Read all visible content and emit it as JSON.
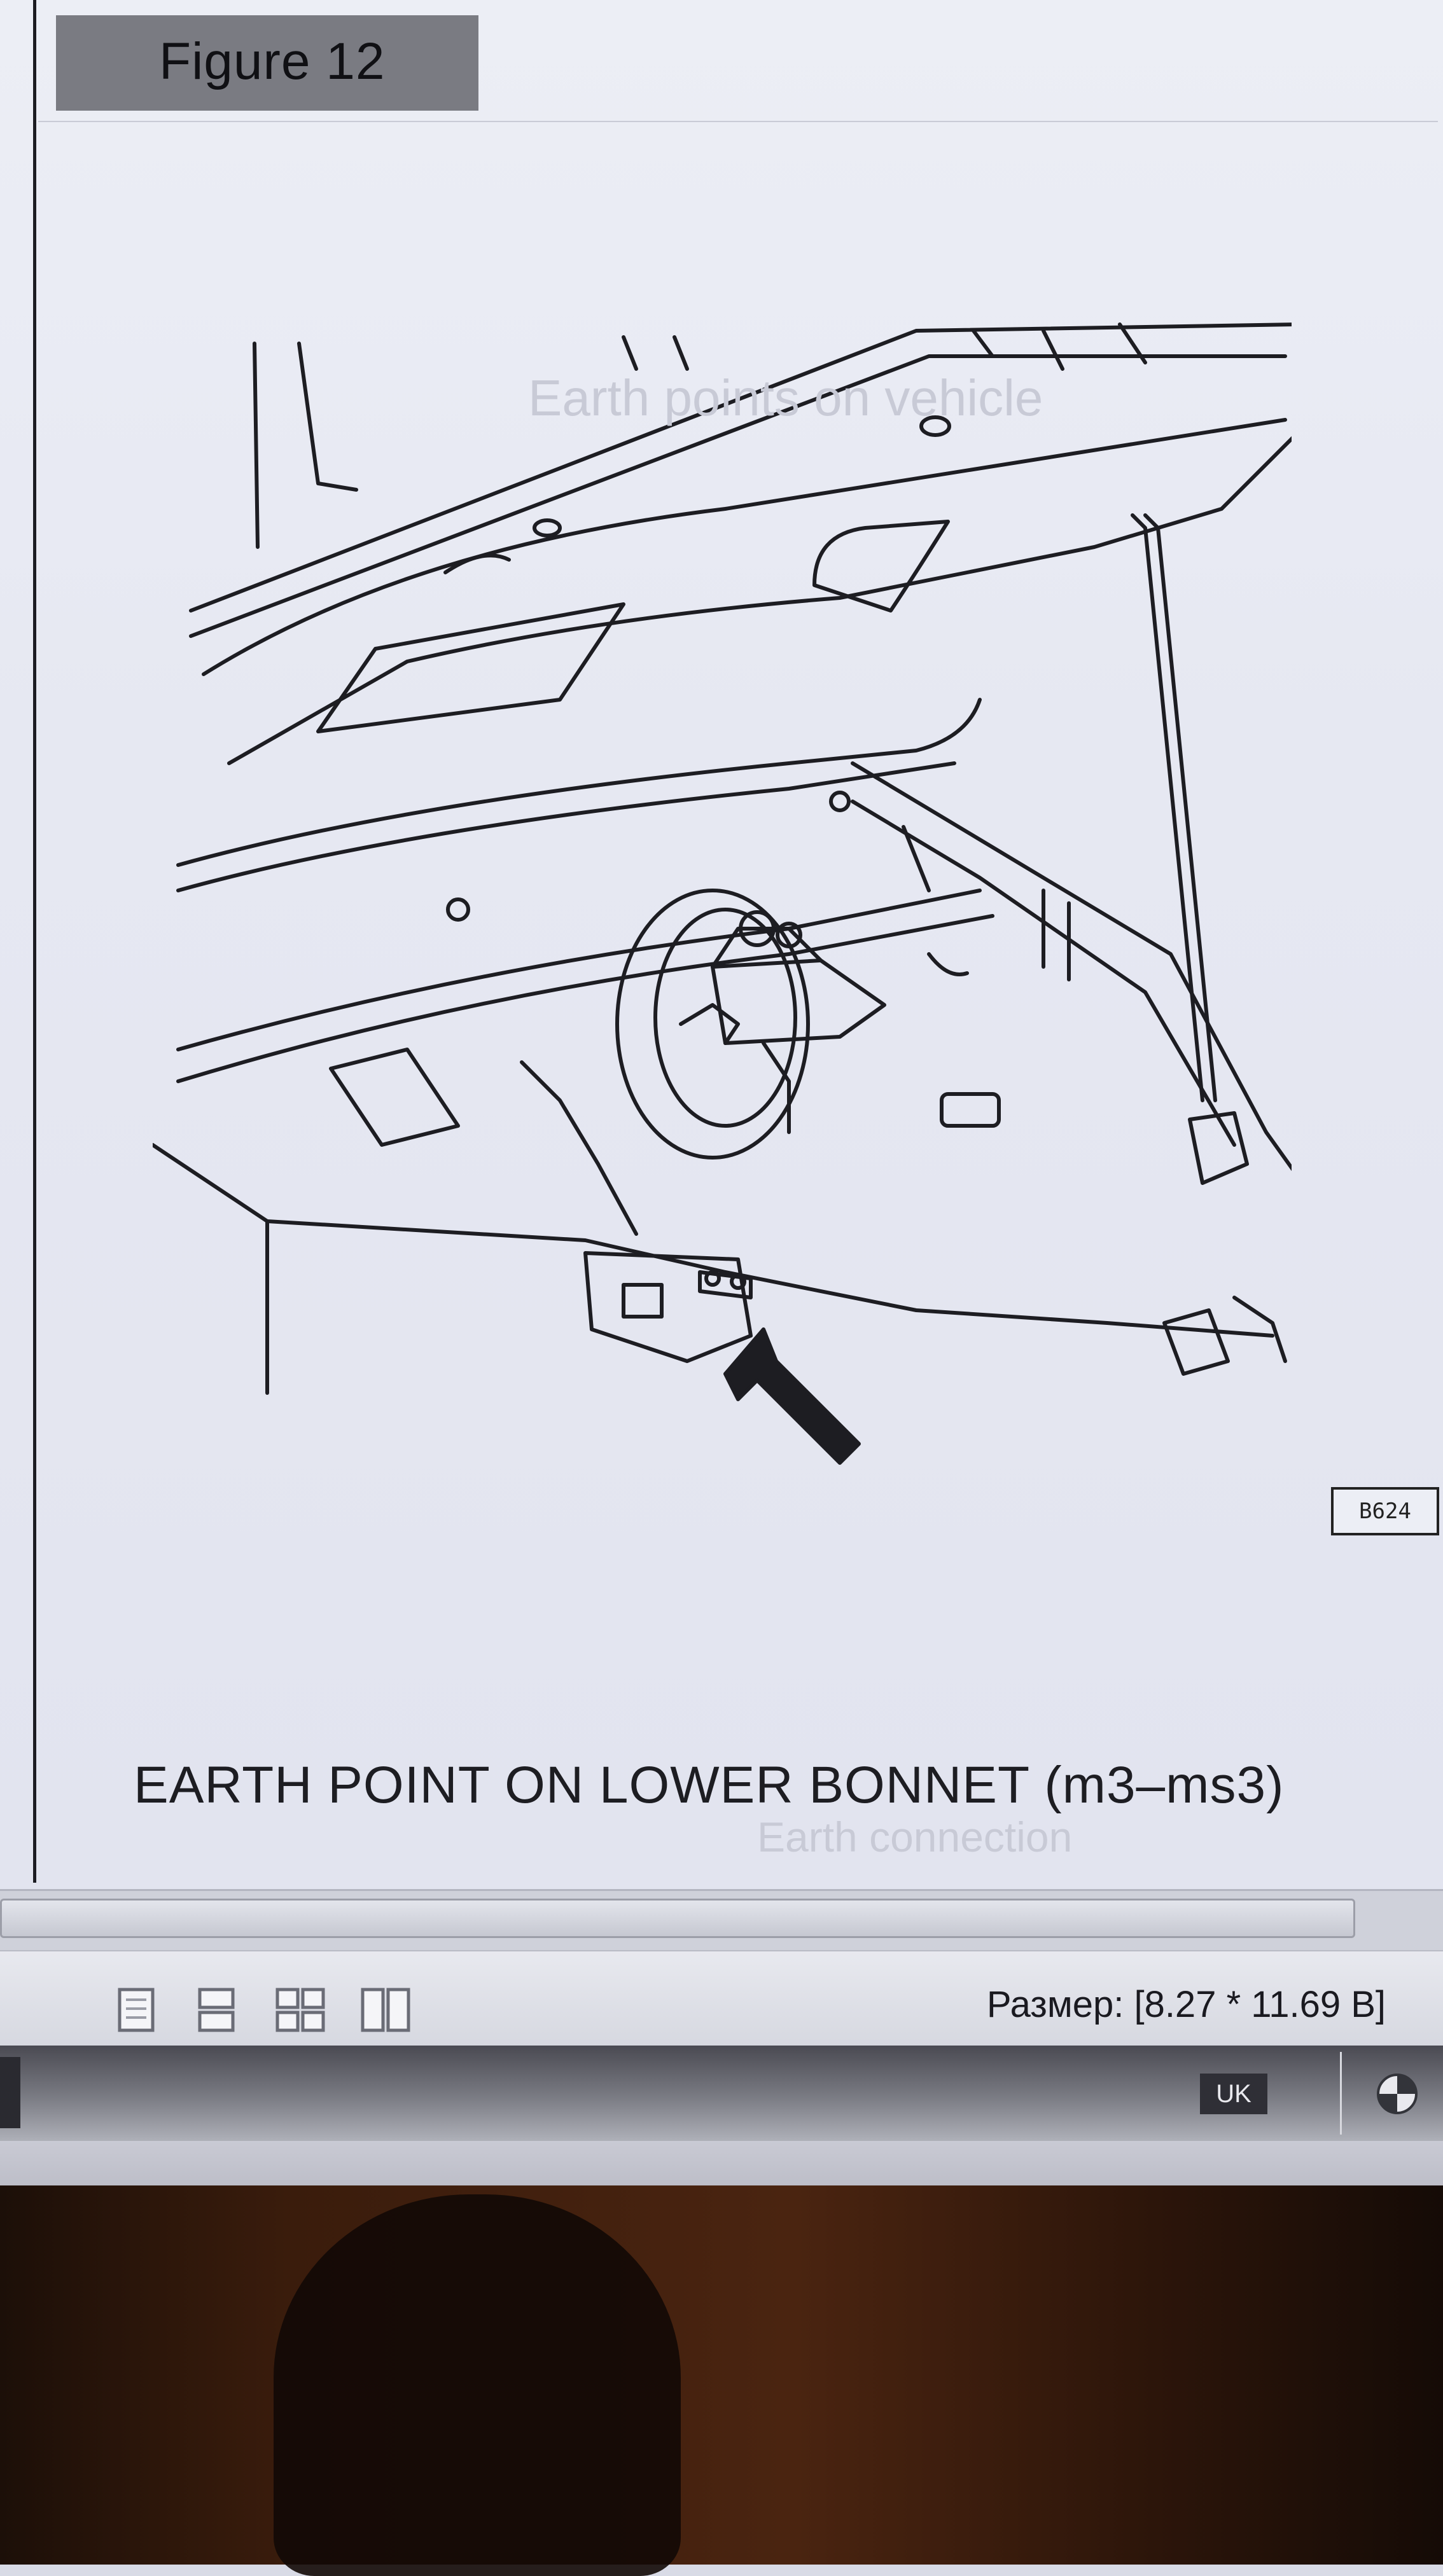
{
  "document": {
    "figure_label": "Figure 12",
    "caption": "EARTH POINT ON LOWER BONNET (m3–ms3)",
    "reference_code": "B624"
  },
  "status_bar": {
    "size_label": "Размер: [8.27 * 11.69 В]",
    "view_modes": [
      "single-page-icon",
      "continuous-page-icon",
      "facing-pages-icon",
      "two-column-icon"
    ]
  },
  "taskbar": {
    "language": "UK"
  },
  "colors": {
    "page_background": "#e6e8f2",
    "line_art": "#1d1d22",
    "taskbar": "#5a5b63"
  }
}
